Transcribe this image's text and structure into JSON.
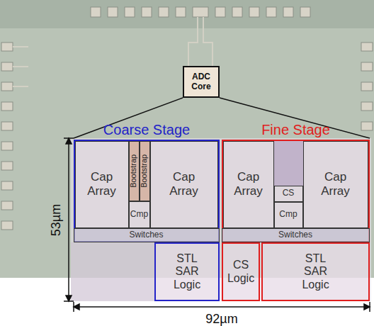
{
  "diagram": {
    "nodes": [
      {
        "text": [
          "ADC Core"
        ]
      },
      {
        "text": [
          "Coarse Stage"
        ]
      },
      {
        "text": [
          "Cap Array"
        ],
        "in": 1
      },
      {
        "text": [
          "Bootstrap"
        ],
        "in": 1
      },
      {
        "text": [
          "Bootstrap"
        ],
        "in": 1
      },
      {
        "text": [
          "Cap Array"
        ],
        "in": 1
      },
      {
        "text": [
          "Cmp"
        ],
        "in": 1
      },
      {
        "text": [
          "Switches"
        ],
        "in": 1
      },
      {
        "text": [
          "STL SAR Logic"
        ]
      },
      {
        "text": [
          "Fine Stage"
        ]
      },
      {
        "text": [
          "Cap Array"
        ],
        "in": 9
      },
      {
        "text": [
          "CS"
        ],
        "in": 9
      },
      {
        "text": [
          "Cmp"
        ],
        "in": 9
      },
      {
        "text": [
          "Cap Array"
        ],
        "in": 9
      },
      {
        "text": [
          "Switches"
        ],
        "in": 9
      },
      {
        "text": [
          "CS Logic"
        ]
      },
      {
        "text": [
          "STL SAR Logic"
        ]
      }
    ],
    "labels": [
      "53µm",
      "92µm"
    ]
  }
}
